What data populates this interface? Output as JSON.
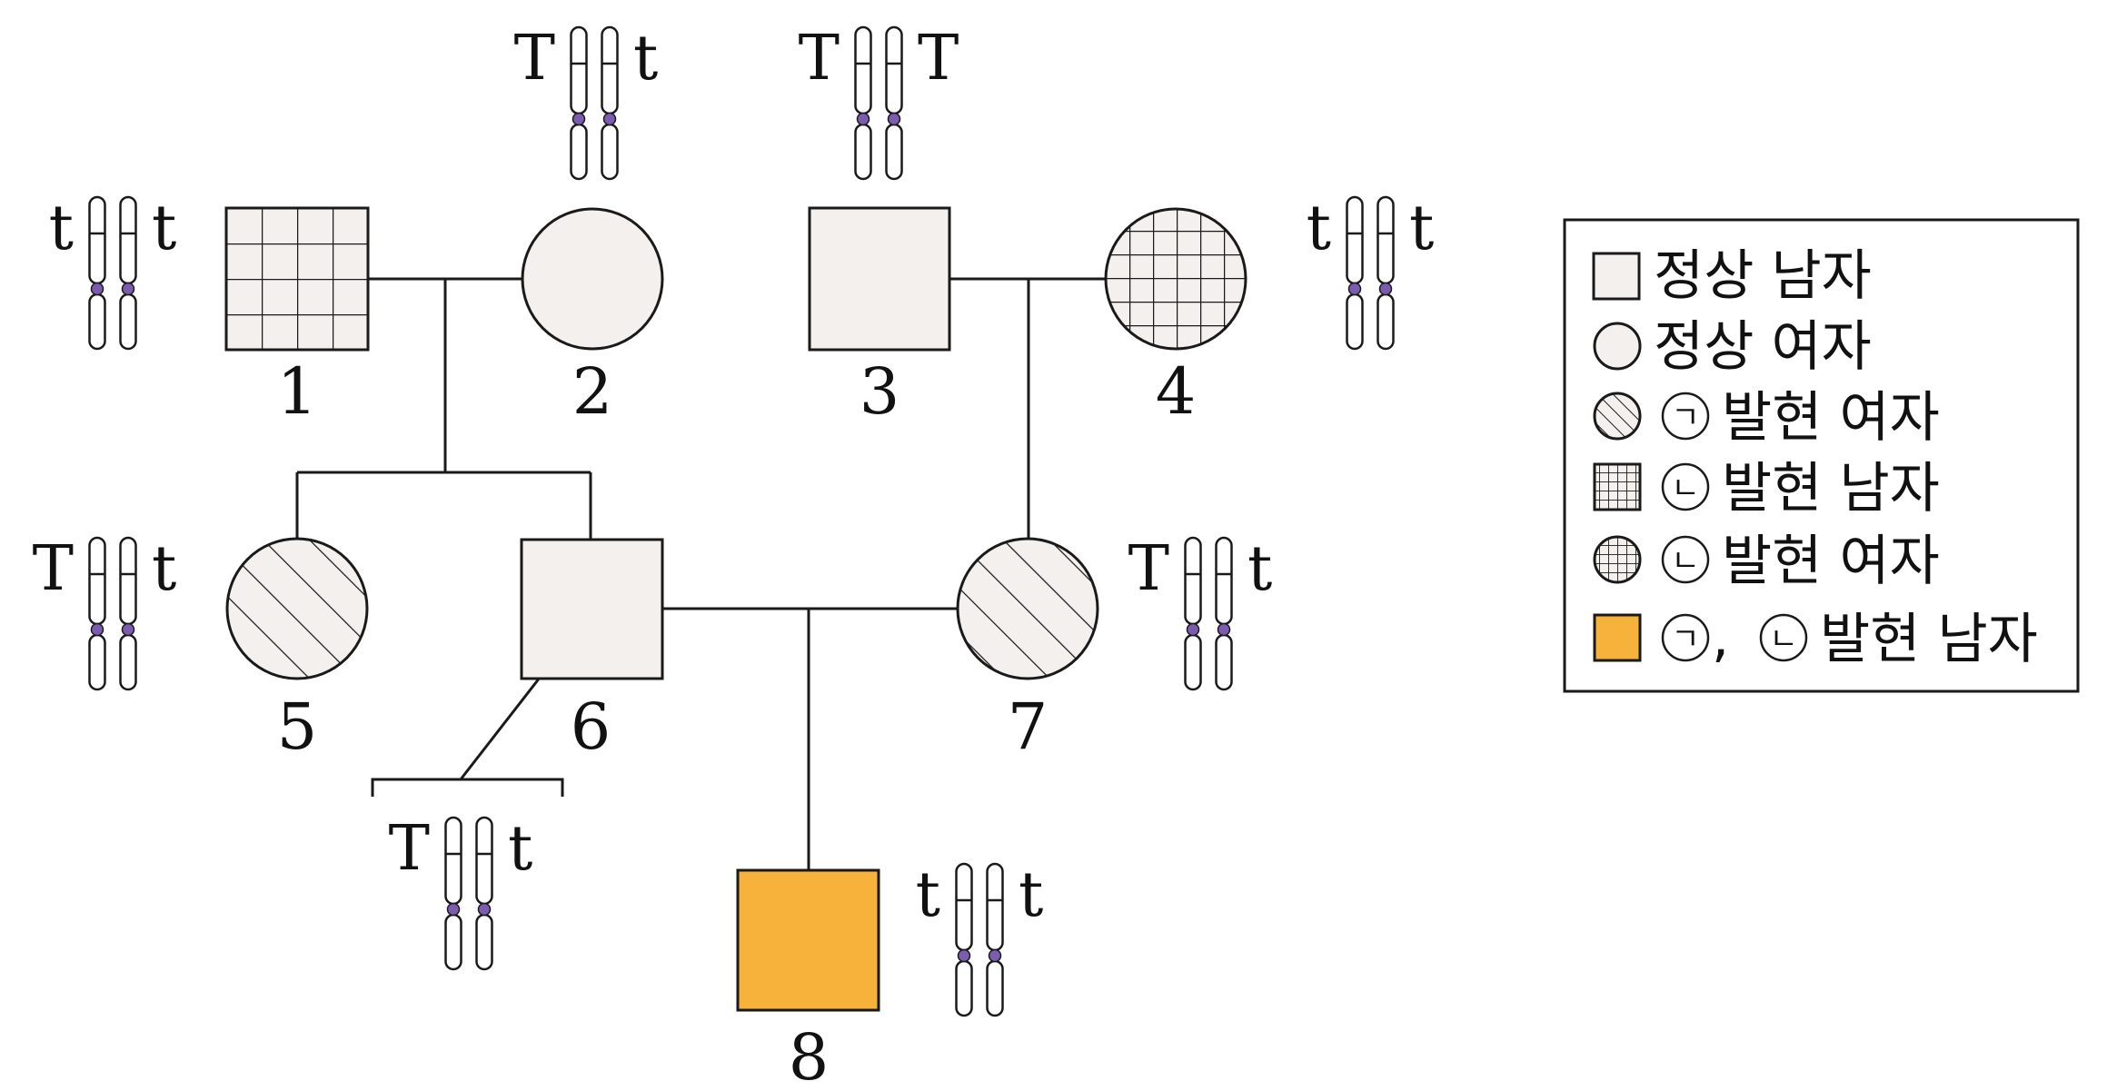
{
  "colors": {
    "normal_fill": "#f3f0ee",
    "affected_both_fill": "#f7b23b",
    "stroke": "#1a1a1a",
    "centromere": "#7b5cb0"
  },
  "individuals": [
    {
      "number": "1",
      "sex": "male",
      "phenotype": "trait-b",
      "alleles": [
        "t",
        "t"
      ]
    },
    {
      "number": "2",
      "sex": "female",
      "phenotype": "normal",
      "alleles": [
        "T",
        "t"
      ]
    },
    {
      "number": "3",
      "sex": "male",
      "phenotype": "normal",
      "alleles": [
        "T",
        "T"
      ]
    },
    {
      "number": "4",
      "sex": "female",
      "phenotype": "trait-b",
      "alleles": [
        "t",
        "t"
      ]
    },
    {
      "number": "5",
      "sex": "female",
      "phenotype": "trait-a",
      "alleles": [
        "T",
        "t"
      ]
    },
    {
      "number": "6",
      "sex": "male",
      "phenotype": "normal",
      "alleles": [
        "T",
        "t"
      ]
    },
    {
      "number": "7",
      "sex": "female",
      "phenotype": "trait-a",
      "alleles": [
        "T",
        "t"
      ]
    },
    {
      "number": "8",
      "sex": "male",
      "phenotype": "trait-a-and-b",
      "alleles": [
        "t",
        "t"
      ]
    }
  ],
  "legend": {
    "items": [
      {
        "symbol": "square-plain",
        "marks": [],
        "text": "정상 남자"
      },
      {
        "symbol": "circle-plain",
        "marks": [],
        "text": "정상 여자"
      },
      {
        "symbol": "circle-hatched",
        "marks": [
          "ㄱ"
        ],
        "text": "발현 여자"
      },
      {
        "symbol": "square-grid",
        "marks": [
          "ㄴ"
        ],
        "text": "발현 남자"
      },
      {
        "symbol": "circle-grid",
        "marks": [
          "ㄴ"
        ],
        "text": "발현 여자"
      },
      {
        "symbol": "square-orange",
        "marks": [
          "ㄱ",
          "ㄴ"
        ],
        "text": "발현 남자"
      }
    ]
  }
}
